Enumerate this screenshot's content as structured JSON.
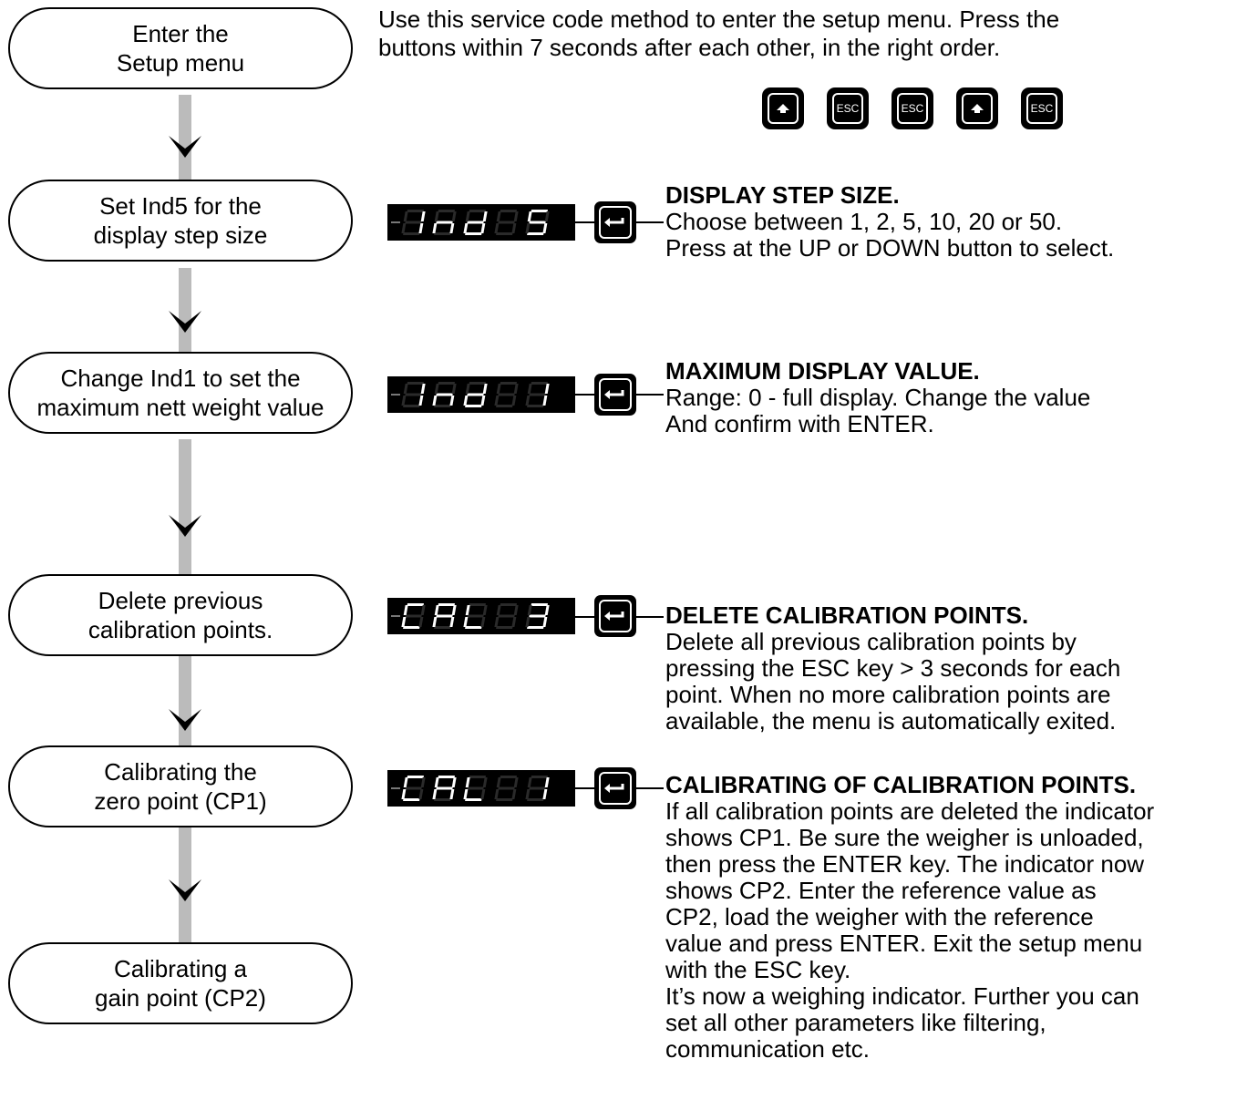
{
  "intro": {
    "lines": [
      "Use this service code method to enter the setup menu. Press the",
      "buttons within 7 seconds after each other, in the right order."
    ]
  },
  "key_sequence": [
    {
      "icon": "up-arrow-icon",
      "label": ""
    },
    {
      "icon": "esc-key",
      "label": "ESC"
    },
    {
      "icon": "esc-key",
      "label": "ESC"
    },
    {
      "icon": "up-arrow-icon",
      "label": ""
    },
    {
      "icon": "esc-key",
      "label": "ESC"
    }
  ],
  "steps": [
    {
      "lines": [
        "Enter the",
        "Setup menu"
      ]
    },
    {
      "lines": [
        "Set Ind5 for the",
        "display step size"
      ]
    },
    {
      "lines": [
        "Change Ind1 to set the",
        "maximum nett weight value"
      ]
    },
    {
      "lines": [
        "Delete previous",
        "calibration points."
      ]
    },
    {
      "lines": [
        "Calibrating the",
        "zero point (CP1)"
      ]
    },
    {
      "lines": [
        "Calibrating a",
        "gain point (CP2)"
      ]
    }
  ],
  "displays": [
    "Ind5",
    "Ind1",
    "CAL3",
    "CAL1"
  ],
  "descriptions": [
    {
      "heading": "DISPLAY STEP SIZE.",
      "lines": [
        "Choose between 1, 2, 5, 10, 20 or 50.",
        "Press at the UP or DOWN button to select."
      ]
    },
    {
      "heading": "MAXIMUM DISPLAY VALUE.",
      "lines": [
        "Range: 0 - full display. Change the value",
        "And confirm with ENTER."
      ]
    },
    {
      "heading": "DELETE CALIBRATION POINTS.",
      "lines": [
        "Delete all previous calibration points by",
        "pressing the ESC key > 3 seconds for each",
        "point. When no more calibration points are",
        "available, the menu is automatically exited."
      ]
    },
    {
      "heading": "CALIBRATING OF CALIBRATION POINTS.",
      "lines": [
        "If all calibration points are deleted the indicator",
        "shows CP1. Be sure the weigher is unloaded,",
        "then press the ENTER key. The indicator now",
        "shows CP2. Enter the reference value as",
        "CP2, load the weigher with the reference",
        "value and press ENTER. Exit the setup menu",
        "with the ESC key.",
        "It’s now a weighing indicator. Further you can",
        "set all other parameters like filtering,",
        "communication etc."
      ]
    }
  ],
  "colors": {
    "connector": "#bbbbbb",
    "lcd_bg": "#000000",
    "segment": "#ffffff"
  }
}
